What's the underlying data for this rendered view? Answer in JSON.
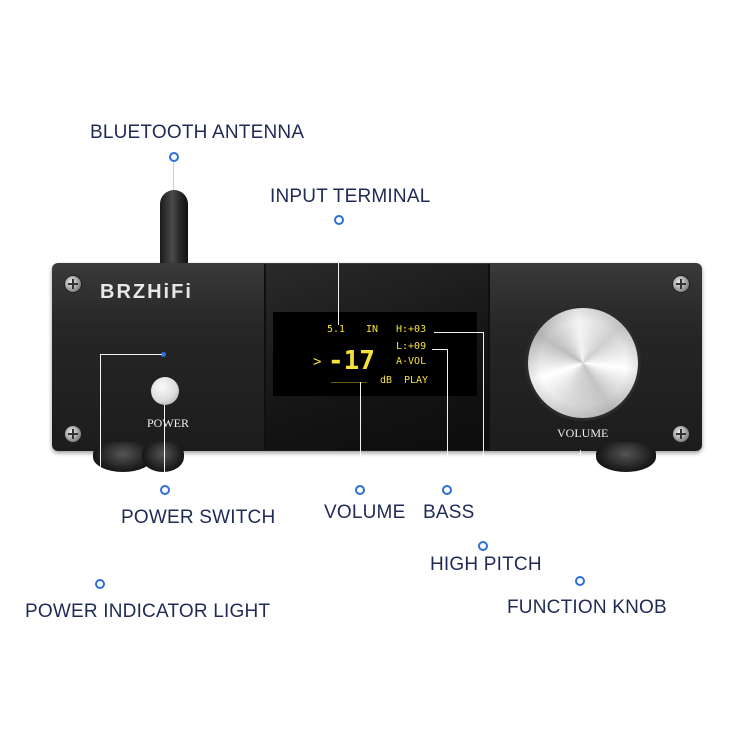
{
  "callouts": {
    "bluetooth_antenna": "BLUETOOTH ANTENNA",
    "input_terminal": "INPUT TERMINAL",
    "power_switch": "POWER SWITCH",
    "volume": "VOLUME",
    "bass": "BASS",
    "high_pitch": "HIGH PITCH",
    "power_indicator_light": "POWER INDICATOR LIGHT",
    "function_knob": "FUNCTION KNOB"
  },
  "device": {
    "brand": "BRZHiFi",
    "power_label": "POWER",
    "volume_label": "VOLUME"
  },
  "display": {
    "input": "5.1",
    "in_label": "IN",
    "treble": "H:+03",
    "bass": "L:+09",
    "arrow": ">",
    "volume_value": "-17",
    "mode": "A-VOL",
    "unit": "dB",
    "status": "PLAY",
    "bar": "______"
  },
  "colors": {
    "callout_text": "#1f2a55",
    "marker": "#2d6fd6",
    "oled": "#f5e23a"
  }
}
